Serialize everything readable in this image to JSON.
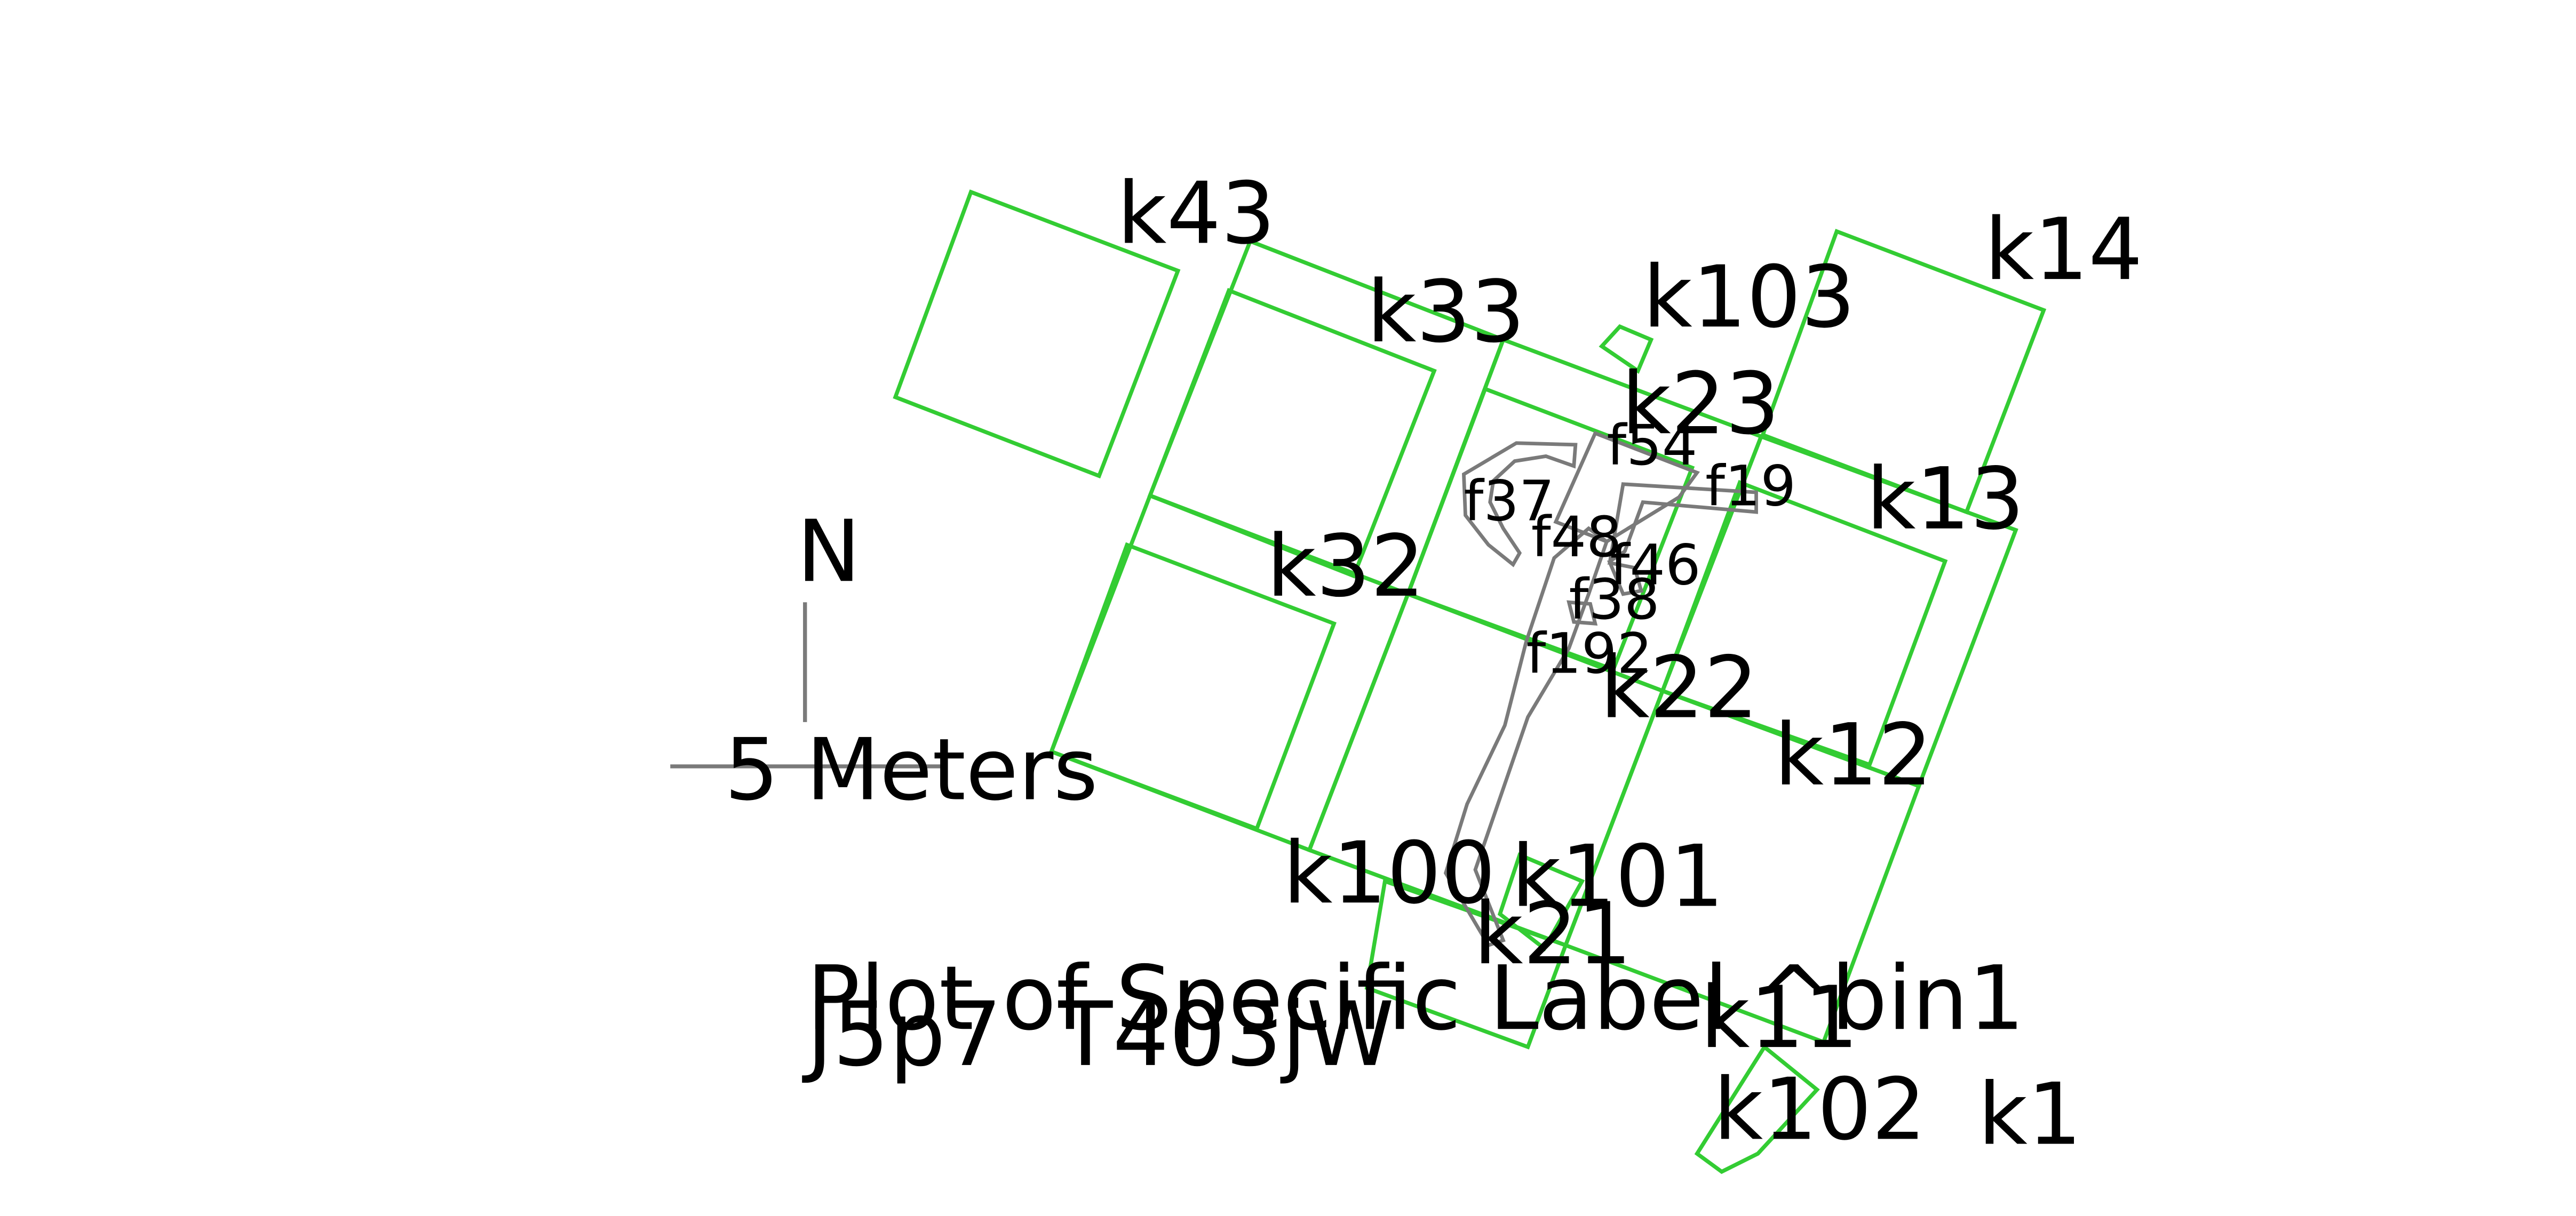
{
  "map": {
    "line_color": "#33cc33",
    "feature_color": "#7a7a7a",
    "units": [
      {
        "label": "k43"
      },
      {
        "label": "k33"
      },
      {
        "label": "k103"
      },
      {
        "label": "k14"
      },
      {
        "label": "k23"
      },
      {
        "label": "k13"
      },
      {
        "label": "k32"
      },
      {
        "label": "k22"
      },
      {
        "label": "k12"
      },
      {
        "label": "k100"
      },
      {
        "label": "k101"
      },
      {
        "label": "k21"
      },
      {
        "label": "k11"
      },
      {
        "label": "k102"
      },
      {
        "label": "k1"
      }
    ],
    "features": [
      {
        "label": "f54"
      },
      {
        "label": "f19"
      },
      {
        "label": "f37"
      },
      {
        "label": "f48"
      },
      {
        "label": "f46"
      },
      {
        "label": "f38"
      },
      {
        "label": "f192"
      }
    ]
  },
  "legend": {
    "north_label": "N",
    "scale_label": "5 Meters"
  },
  "plot_info": {
    "line1": "Plot of Specific Label ^bin1",
    "line2": "J5p7  T403jW"
  }
}
